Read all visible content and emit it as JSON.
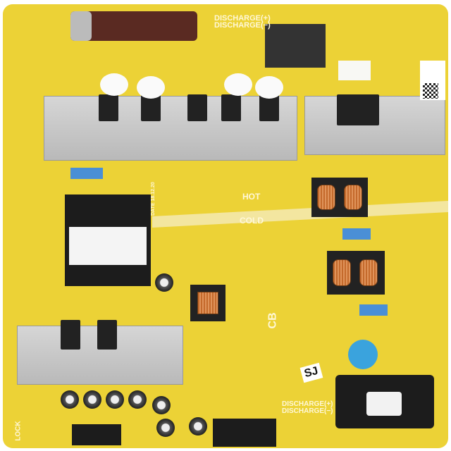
{
  "board": {
    "colors": {
      "pcb": "#ecd236",
      "heatsink": "#c4c4c4",
      "silkscreen": "#fff8d8",
      "coil": "#c46a2c",
      "capacitor_blue": "#3aa3dd"
    },
    "silkscreen": {
      "discharge_plus_top": "DISCHARGE(+)",
      "discharge_minus_top": "DISCHARGE(−)",
      "hot": "HOT",
      "cold": "COLD",
      "cb": "CB",
      "sj": "SJ",
      "lock": "LOCK",
      "discharge_plus_bottom": "DISCHARGE(+)",
      "discharge_minus_bottom": "DISCHARGE(−)",
      "date": "DATE 18.12.20"
    }
  }
}
